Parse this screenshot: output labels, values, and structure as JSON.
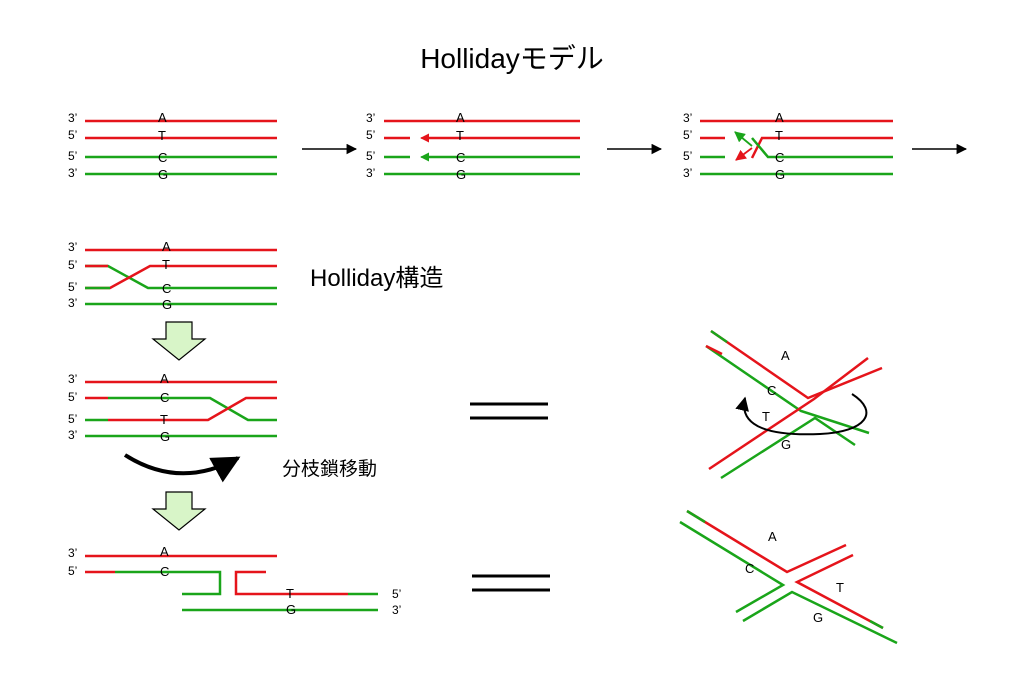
{
  "title": "Hollidayモデル",
  "labels": {
    "p3": "3’",
    "p5": "5’"
  },
  "bases": {
    "a": "A",
    "t": "T",
    "c": "C",
    "g": "G"
  },
  "holliday_structure_label": "Holliday構造",
  "branch_migration_label": "分枝鎖移動",
  "colors": {
    "red_strand": "#e5141b",
    "green_strand": "#1aa51a",
    "down_arrow_fill": "#d8f5c8",
    "black": "#000000"
  },
  "icons": {
    "step_arrow": "right-arrow-icon",
    "process_arrow": "down-arrow-icon",
    "equals": "equals-icon",
    "rotation": "rotation-arrow-icon",
    "migration": "curved-arrow-icon"
  }
}
